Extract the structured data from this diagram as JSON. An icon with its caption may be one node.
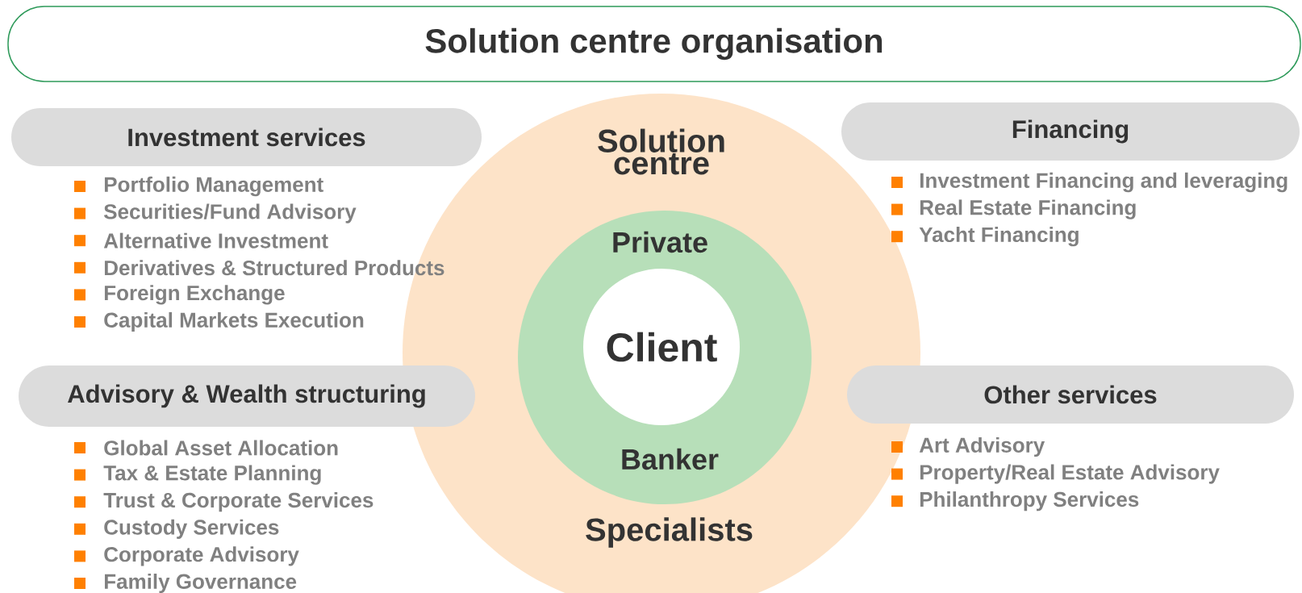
{
  "diagram": {
    "nodes": [
      {
        "text": [
          "Solution centre organisation"
        ]
      },
      {
        "text": [
          "Investment services"
        ],
        "beside": [
          "Portfolio Management",
          "Securities/Fund Advisory",
          "Alternative Investment",
          "Derivatives & Structured Products",
          "Foreign Exchange",
          "Capital Markets Execution"
        ]
      },
      {
        "text": [
          "Solution centre",
          "Specialists"
        ]
      },
      {
        "text": [
          "Private",
          "Banker"
        ],
        "in": 2
      },
      {
        "text": [
          "Client"
        ],
        "in": 3
      },
      {
        "text": [
          "Financing"
        ],
        "beside": [
          "Investment Financing and leveraging",
          "Real Estate Financing",
          "Yacht Financing"
        ]
      },
      {
        "text": [
          "Advisory & Wealth structuring"
        ],
        "beside": [
          "Global Asset Allocation",
          "Tax & Estate Planning",
          "Trust & Corporate Services",
          "Custody Services",
          "Corporate Advisory",
          "Family Governance"
        ]
      },
      {
        "text": [
          "Other services"
        ],
        "beside": [
          "Art Advisory",
          "Property/Real Estate Advisory",
          "Philanthropy Services"
        ]
      }
    ],
    "edges": []
  }
}
